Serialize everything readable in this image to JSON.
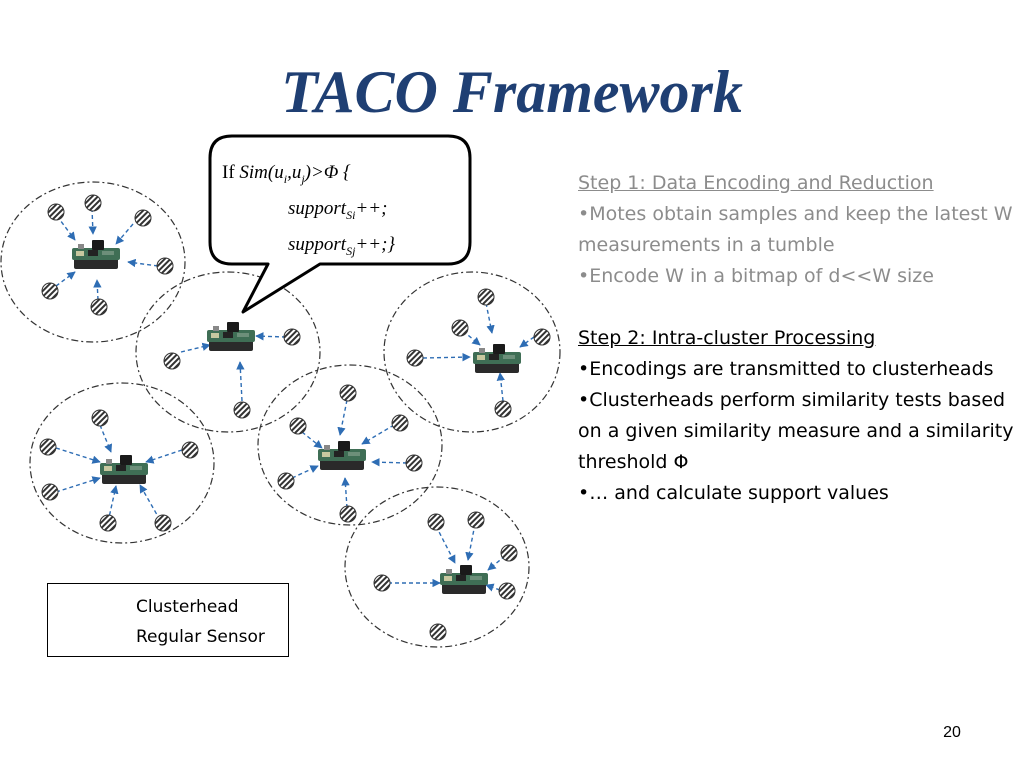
{
  "slide": {
    "title": "TACO Framework",
    "page_number": "20"
  },
  "callout": {
    "if_kw": "If",
    "cond_pre": "Sim(u",
    "sub_i": "i",
    "cond_mid": ",u",
    "sub_j": "j",
    "cond_post": ")>Φ {",
    "line2_pre": "support",
    "line2_sub": "Si",
    "line2_post": "++;",
    "line3_pre": "support",
    "line3_sub": "Sj",
    "line3_post": "++;}"
  },
  "steps": [
    {
      "heading": "Step 1: Data Encoding and Reduction",
      "bullets": [
        "Motes obtain samples and keep the latest W measurements in a tumble",
        "Encode W in a bitmap of d<<W size"
      ]
    },
    {
      "heading": "Step 2: Intra-cluster Processing",
      "bullets": [
        "Encodings are transmitted to clusterheads",
        "Clusterheads perform similarity tests based on a given similarity measure and a similarity threshold Φ",
        "… and calculate support values"
      ]
    }
  ],
  "legend": {
    "clusterhead_label": "Clusterhead",
    "sensor_label": "Regular Sensor"
  },
  "colors": {
    "title": "#1f3f73",
    "arrow": "#2e6db4",
    "step1_text": "#8c8c8c"
  }
}
